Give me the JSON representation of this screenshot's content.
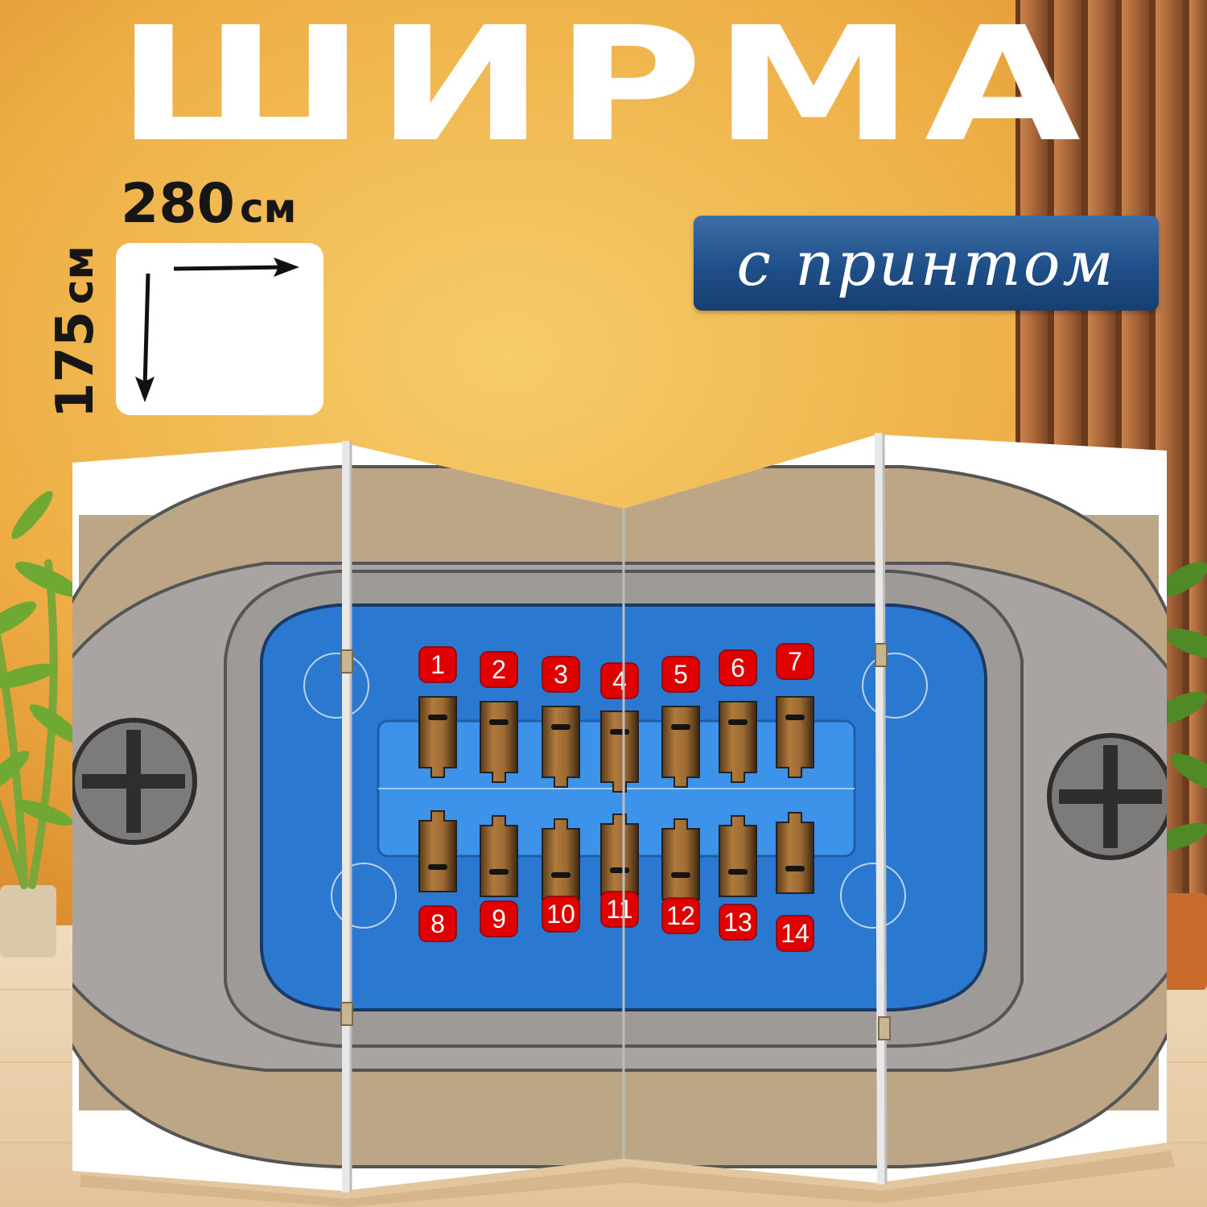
{
  "title": "ШИРМА",
  "dimensions": {
    "width_value": "280",
    "width_unit": "см",
    "height_value": "175",
    "height_unit": "см"
  },
  "badge": {
    "text": "с принтом"
  },
  "print": {
    "subject": "connector-pinout",
    "pin_labels_top": [
      "1",
      "2",
      "3",
      "4",
      "5",
      "6",
      "7"
    ],
    "pin_labels_bottom": [
      "8",
      "9",
      "10",
      "11",
      "12",
      "13",
      "14"
    ]
  },
  "colors": {
    "wall": "#f0b24a",
    "floor": "#e9cfa8",
    "beige": "#bca685",
    "gray": "#a9a4a2",
    "blue": "#2a78cf",
    "pin_label_bg": "#e00000",
    "badge_bg": "#24548c"
  }
}
